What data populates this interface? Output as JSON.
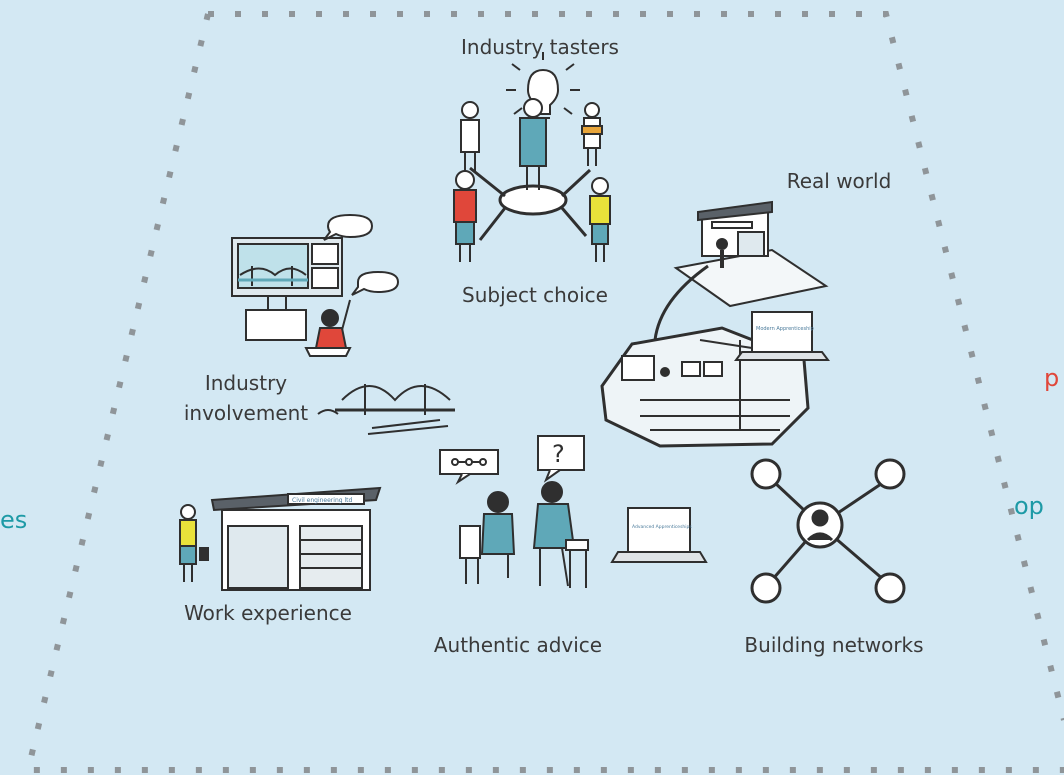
{
  "colors": {
    "background": "#d3e8f3",
    "border": "#8f9599",
    "teal": "#1d9aa6",
    "red": "#e0473a",
    "ink": "#2f2f2f"
  },
  "labels": {
    "industry_tasters": "Industry tasters",
    "real_world": "Real world",
    "subject_choice": "Subject choice",
    "industry_involvement_line1": "Industry",
    "industry_involvement_line2": "involvement",
    "work_experience": "Work experience",
    "authentic_advice": "Authentic advice",
    "building_networks": "Building networks"
  },
  "edge_text": {
    "left": "es",
    "right_red": "p",
    "right_teal": "op"
  },
  "illustration_text": {
    "laptop_modern": "Modern Apprenticeship",
    "laptop_advanced": "Advanced Apprenticeships",
    "building_sign": "Civil engineering ltd"
  },
  "icons": {
    "lightbulb": "lightbulb-icon",
    "question": "question-bubble-icon",
    "bridge": "bridge-icon",
    "network": "network-icon"
  }
}
